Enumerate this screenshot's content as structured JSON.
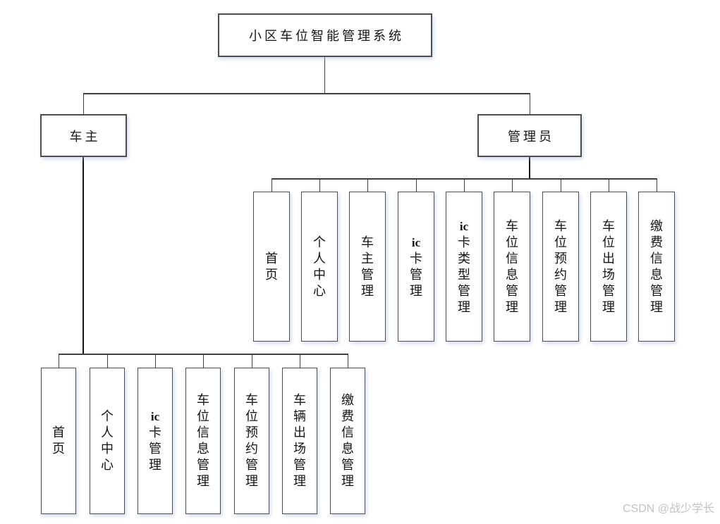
{
  "root": {
    "label": "小区车位智能管理系统"
  },
  "owner": {
    "label": "车主",
    "children": [
      "首页",
      "个人中心",
      "ic卡管理",
      "车位信息管理",
      "车位预约管理",
      "车辆出场管理",
      "缴费信息管理"
    ]
  },
  "admin": {
    "label": "管理员",
    "children": [
      "首页",
      "个人中心",
      "车主管理",
      "ic卡管理",
      "ic卡类型管理",
      "车位信息管理",
      "车位预约管理",
      "车位出场管理",
      "缴费信息管理"
    ]
  },
  "watermark": "CSDN @战少学长",
  "colors": {
    "line": "#3f3f3f",
    "stem": "#141414",
    "border": "#4d4d4d",
    "text": "#141414",
    "watermark": "#c3c3c3",
    "background": "#ffffff",
    "shadow": "rgba(164,180,218,0.45)"
  }
}
